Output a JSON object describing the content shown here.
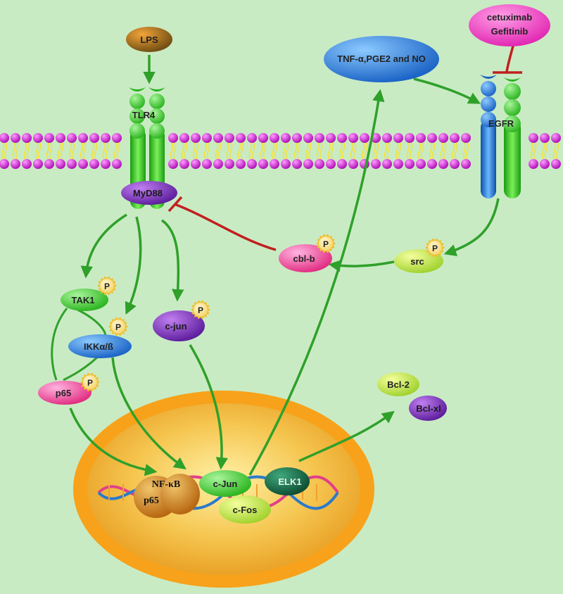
{
  "labels": {
    "lps": "LPS",
    "tlr4": "TLR4",
    "myd88": "MyD88",
    "tak1": "TAK1",
    "ikk": "IKKα/ß",
    "p65": "p65",
    "cjun_cyto": "c-jun",
    "cblb": "cbl-b",
    "src": "src",
    "egfr": "EGFR",
    "tnf": "TNF-α,PGE2 and NO",
    "drug1": "cetuximab",
    "drug2": "Gefitinib",
    "bcl2": "Bcl-2",
    "bclxl": "Bcl-xl",
    "nfkb": "NF-κB",
    "p65_nuc": "p65",
    "cjun_nuc": "c-Jun",
    "cfos": "c-Fos",
    "elk1": "ELK1",
    "phospho": "P"
  },
  "colors": {
    "background": "#c9ebc4",
    "activation_arrow": "#2fa02a",
    "inhibition": "#c0201e",
    "membrane_head": "#cc22cc",
    "membrane_tail": "#f4e23a",
    "receptor_green": "#2ecc1a",
    "receptor_blue": "#1e7ed8",
    "nucleus_outer": "#f7a21a",
    "nucleus_inner": "#f3b33a"
  }
}
